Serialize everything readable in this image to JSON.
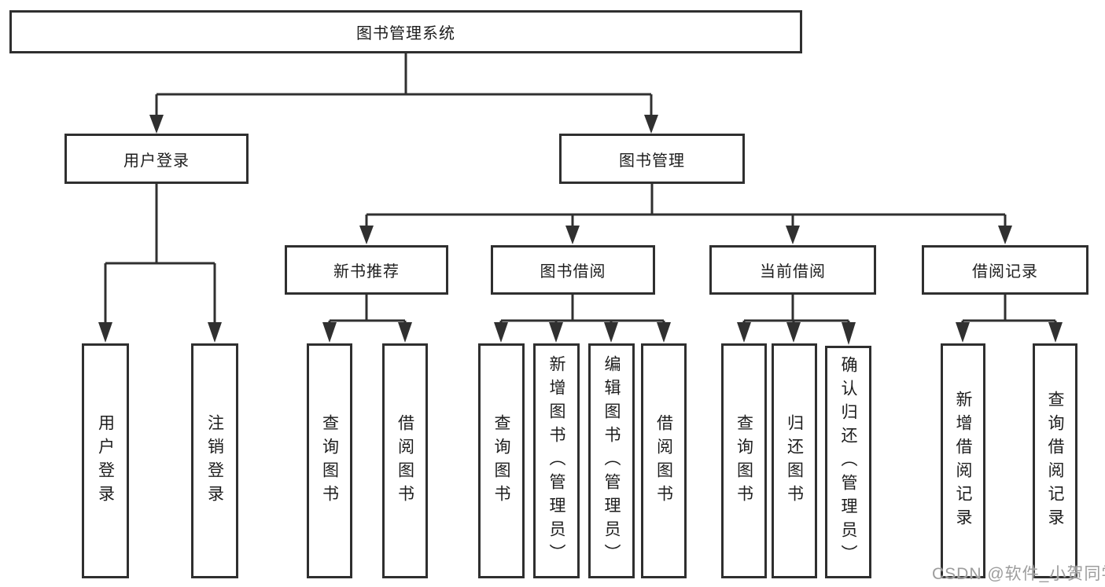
{
  "diagram": {
    "root": {
      "label": "图书管理系统"
    },
    "branches": {
      "user_login": {
        "label": "用户登录",
        "children": [
          {
            "label": "用户登录"
          },
          {
            "label": "注销登录"
          }
        ]
      },
      "book_mgmt": {
        "label": "图书管理",
        "children": [
          {
            "label": "新书推荐",
            "children": [
              {
                "label": "查询图书"
              },
              {
                "label": "借阅图书"
              }
            ]
          },
          {
            "label": "图书借阅",
            "children": [
              {
                "label": "查询图书"
              },
              {
                "label": "新增图书（管理员）"
              },
              {
                "label": "编辑图书（管理员）"
              },
              {
                "label": "借阅图书"
              }
            ]
          },
          {
            "label": "当前借阅",
            "children": [
              {
                "label": "查询图书"
              },
              {
                "label": "归还图书"
              },
              {
                "label": "确认归还（管理员）"
              }
            ]
          },
          {
            "label": "借阅记录",
            "children": [
              {
                "label": "新增借阅记录"
              },
              {
                "label": "查询借阅记录"
              }
            ]
          }
        ]
      }
    }
  },
  "watermark": "CSDN @软件_小贺同学",
  "colors": {
    "line": "#303030",
    "text": "#1d1d1d",
    "watermark": "#9d9d9d",
    "background": "#ffffff"
  }
}
